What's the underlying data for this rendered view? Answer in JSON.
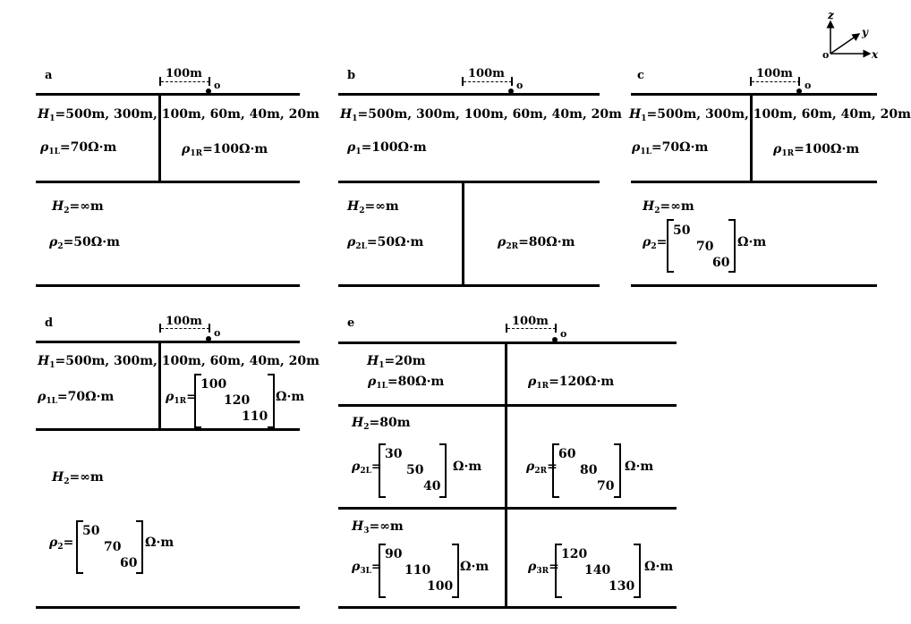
{
  "axes": {
    "z": "z",
    "y": "y",
    "x": "x",
    "o": "o"
  },
  "panels": {
    "a": {
      "label": "a",
      "dist": "100m",
      "origin": "o",
      "h1": "=500m, 300m, 100m, 60m, 40m, 20m",
      "rho1L": "=70Ω·m",
      "rho1R": "=100Ω·m",
      "h2": "=∞m",
      "rho2": "=50Ω·m"
    },
    "b": {
      "label": "b",
      "dist": "100m",
      "origin": "o",
      "h1": "=500m, 300m, 100m, 60m, 40m, 20m",
      "rho1": "=100Ω·m",
      "h2": "=∞m",
      "rho2L": "=50Ω·m",
      "rho2R": "=80Ω·m"
    },
    "c": {
      "label": "c",
      "dist": "100m",
      "origin": "o",
      "h1": "=500m, 300m, 100m, 60m, 40m, 20m",
      "rho1L": "=70Ω·m",
      "rho1R": "=100Ω·m",
      "h2": "=∞m",
      "rho2": [
        "50",
        "70",
        "60"
      ],
      "unit": "Ω·m"
    },
    "d": {
      "label": "d",
      "dist": "100m",
      "origin": "o",
      "h1": "=500m, 300m, 100m, 60m, 40m, 20m",
      "rho1L": "=70Ω·m",
      "rho1R": [
        "100",
        "120",
        "110"
      ],
      "unit": "Ω·m",
      "h2": "=∞m",
      "rho2": [
        "50",
        "70",
        "60"
      ]
    },
    "e": {
      "label": "e",
      "dist": "100m",
      "origin": "o",
      "h1": "=20m",
      "rho1L": "=80Ω·m",
      "rho1R": "=120Ω·m",
      "h2": "=80m",
      "rho2L": [
        "30",
        "50",
        "40"
      ],
      "rho2R": [
        "60",
        "80",
        "70"
      ],
      "h3": "=∞m",
      "rho3L": [
        "90",
        "110",
        "100"
      ],
      "rho3R": [
        "120",
        "140",
        "130"
      ],
      "unit": "Ω·m"
    }
  }
}
